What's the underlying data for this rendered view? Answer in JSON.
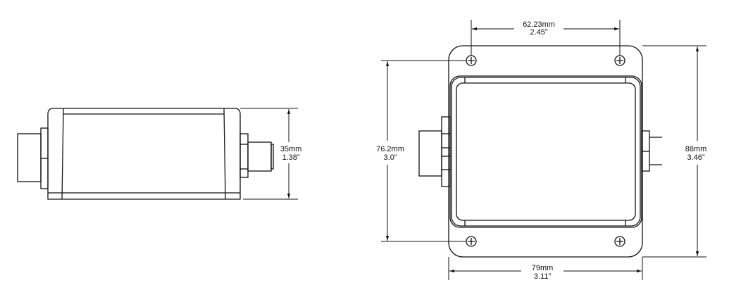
{
  "side_view": {
    "height_dim": {
      "mm": "35mm",
      "in": "1.38”"
    }
  },
  "top_view": {
    "hole_spacing_x": {
      "mm": "62.23mm",
      "in": "2.45”"
    },
    "hole_spacing_y": {
      "mm": "76.2mm",
      "in": "3.0”"
    },
    "overall_height": {
      "mm": "88mm",
      "in": "3.46”"
    },
    "overall_width": {
      "mm": "79mm",
      "in": "3.11”"
    }
  },
  "colors": {
    "line": "#111111",
    "background": "#ffffff"
  }
}
